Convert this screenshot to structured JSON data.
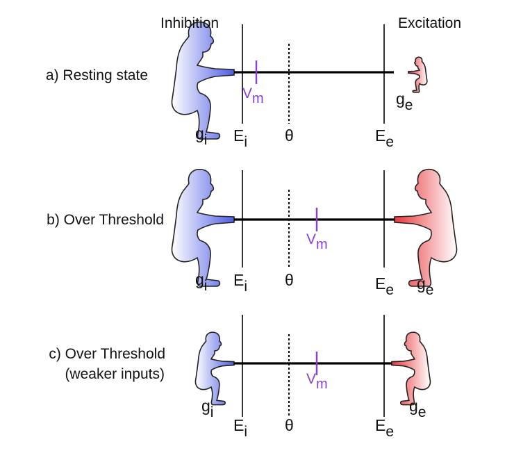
{
  "header": {
    "inhibition": "Inhibition",
    "excitation": "Excitation"
  },
  "symbols": {
    "g": "g",
    "i": "i",
    "e": "e",
    "E": "E",
    "theta": "θ",
    "V": "V",
    "m": "m"
  },
  "rows": [
    {
      "label_line1": "a) Resting state",
      "label_line2": ""
    },
    {
      "label_line1": "b) Over Threshold",
      "label_line2": ""
    },
    {
      "label_line1": "c) Over Threshold",
      "label_line2": "(weaker inputs)"
    }
  ],
  "colors": {
    "inhibition": "#4f5ee3",
    "excitation": "#e8383d",
    "membrane_potential": "#8a3fd1",
    "rope": "#000000",
    "reversal_line": "#333333"
  },
  "icons": [
    "person-pulling-icon"
  ]
}
